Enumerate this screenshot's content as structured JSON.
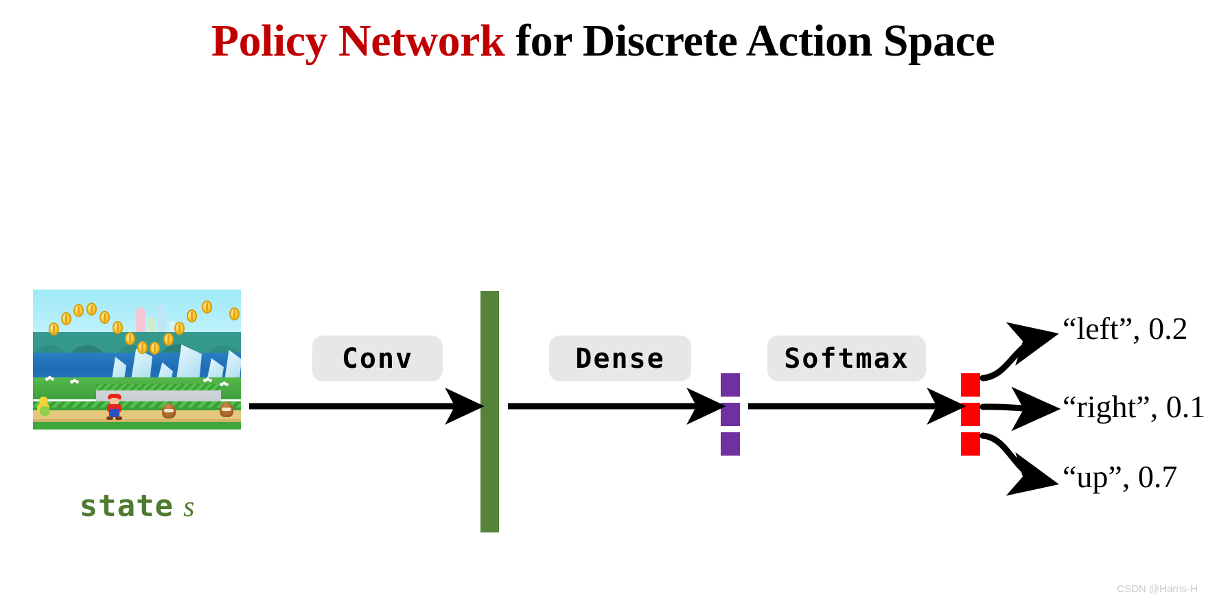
{
  "slide": {
    "title_accent": "Policy Network",
    "title_rest": " for Discrete Action Space",
    "accent_color": "#C00000",
    "background_color": "#FFFFFF"
  },
  "state": {
    "caption_word": "state",
    "caption_symbol": "s",
    "caption_color": "#4E7B2F",
    "image_alt": "super-mario-run-gameplay-frame"
  },
  "pipeline": {
    "layers": [
      {
        "id": "conv",
        "label": "Conv"
      },
      {
        "id": "dense",
        "label": "Dense"
      },
      {
        "id": "softmax",
        "label": "Softmax"
      }
    ],
    "feature_bar_color": "#55833A",
    "dense_unit_color": "#7030A0",
    "dense_unit_count": 3,
    "output_unit_color": "#FF0000",
    "output_unit_count": 3
  },
  "outputs": [
    {
      "action": "“left”",
      "probability": "0.2",
      "text": "“left”, 0.2"
    },
    {
      "action": "“right”",
      "probability": "0.1",
      "text": "“right”, 0.1"
    },
    {
      "action": "“up”",
      "probability": "0.7",
      "text": "“up”, 0.7"
    }
  ],
  "watermark": "CSDN @Harris-H"
}
